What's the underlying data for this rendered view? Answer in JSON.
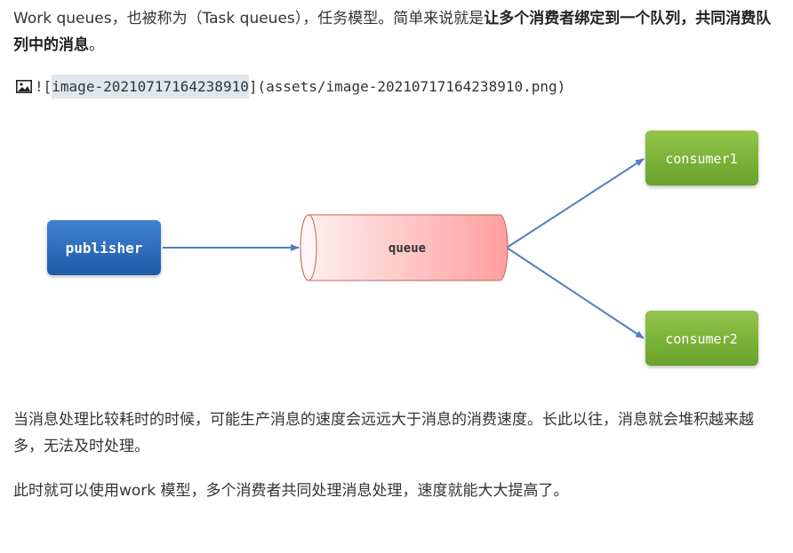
{
  "intro": {
    "prefix": "Work queues，也被称为（Task queues），任务模型。简单来说就是",
    "bold": "让多个消费者绑定到一个队列，共同消费队列中的消息",
    "suffix": "。"
  },
  "image_ref": {
    "icon": "image-icon",
    "bang": "!",
    "open_bracket": "[",
    "alt": "image-20210717164238910",
    "close_part": "](assets/image-20210717164238910.png)"
  },
  "diagram": {
    "publisher": "publisher",
    "queue": "queue",
    "consumer1": "consumer1",
    "consumer2": "consumer2",
    "colors": {
      "publisher": "#2e6fc0",
      "consumer": "#7eb33b",
      "queue_fill": "#ffbcbc",
      "arrow": "#4f7fc0"
    }
  },
  "para2": "当消息处理比较耗时的时候，可能生产消息的速度会远远大于消息的消费速度。长此以往，消息就会堆积越来越多，无法及时处理。",
  "para3": "此时就可以使用work 模型，多个消费者共同处理消息处理，速度就能大大提高了。"
}
